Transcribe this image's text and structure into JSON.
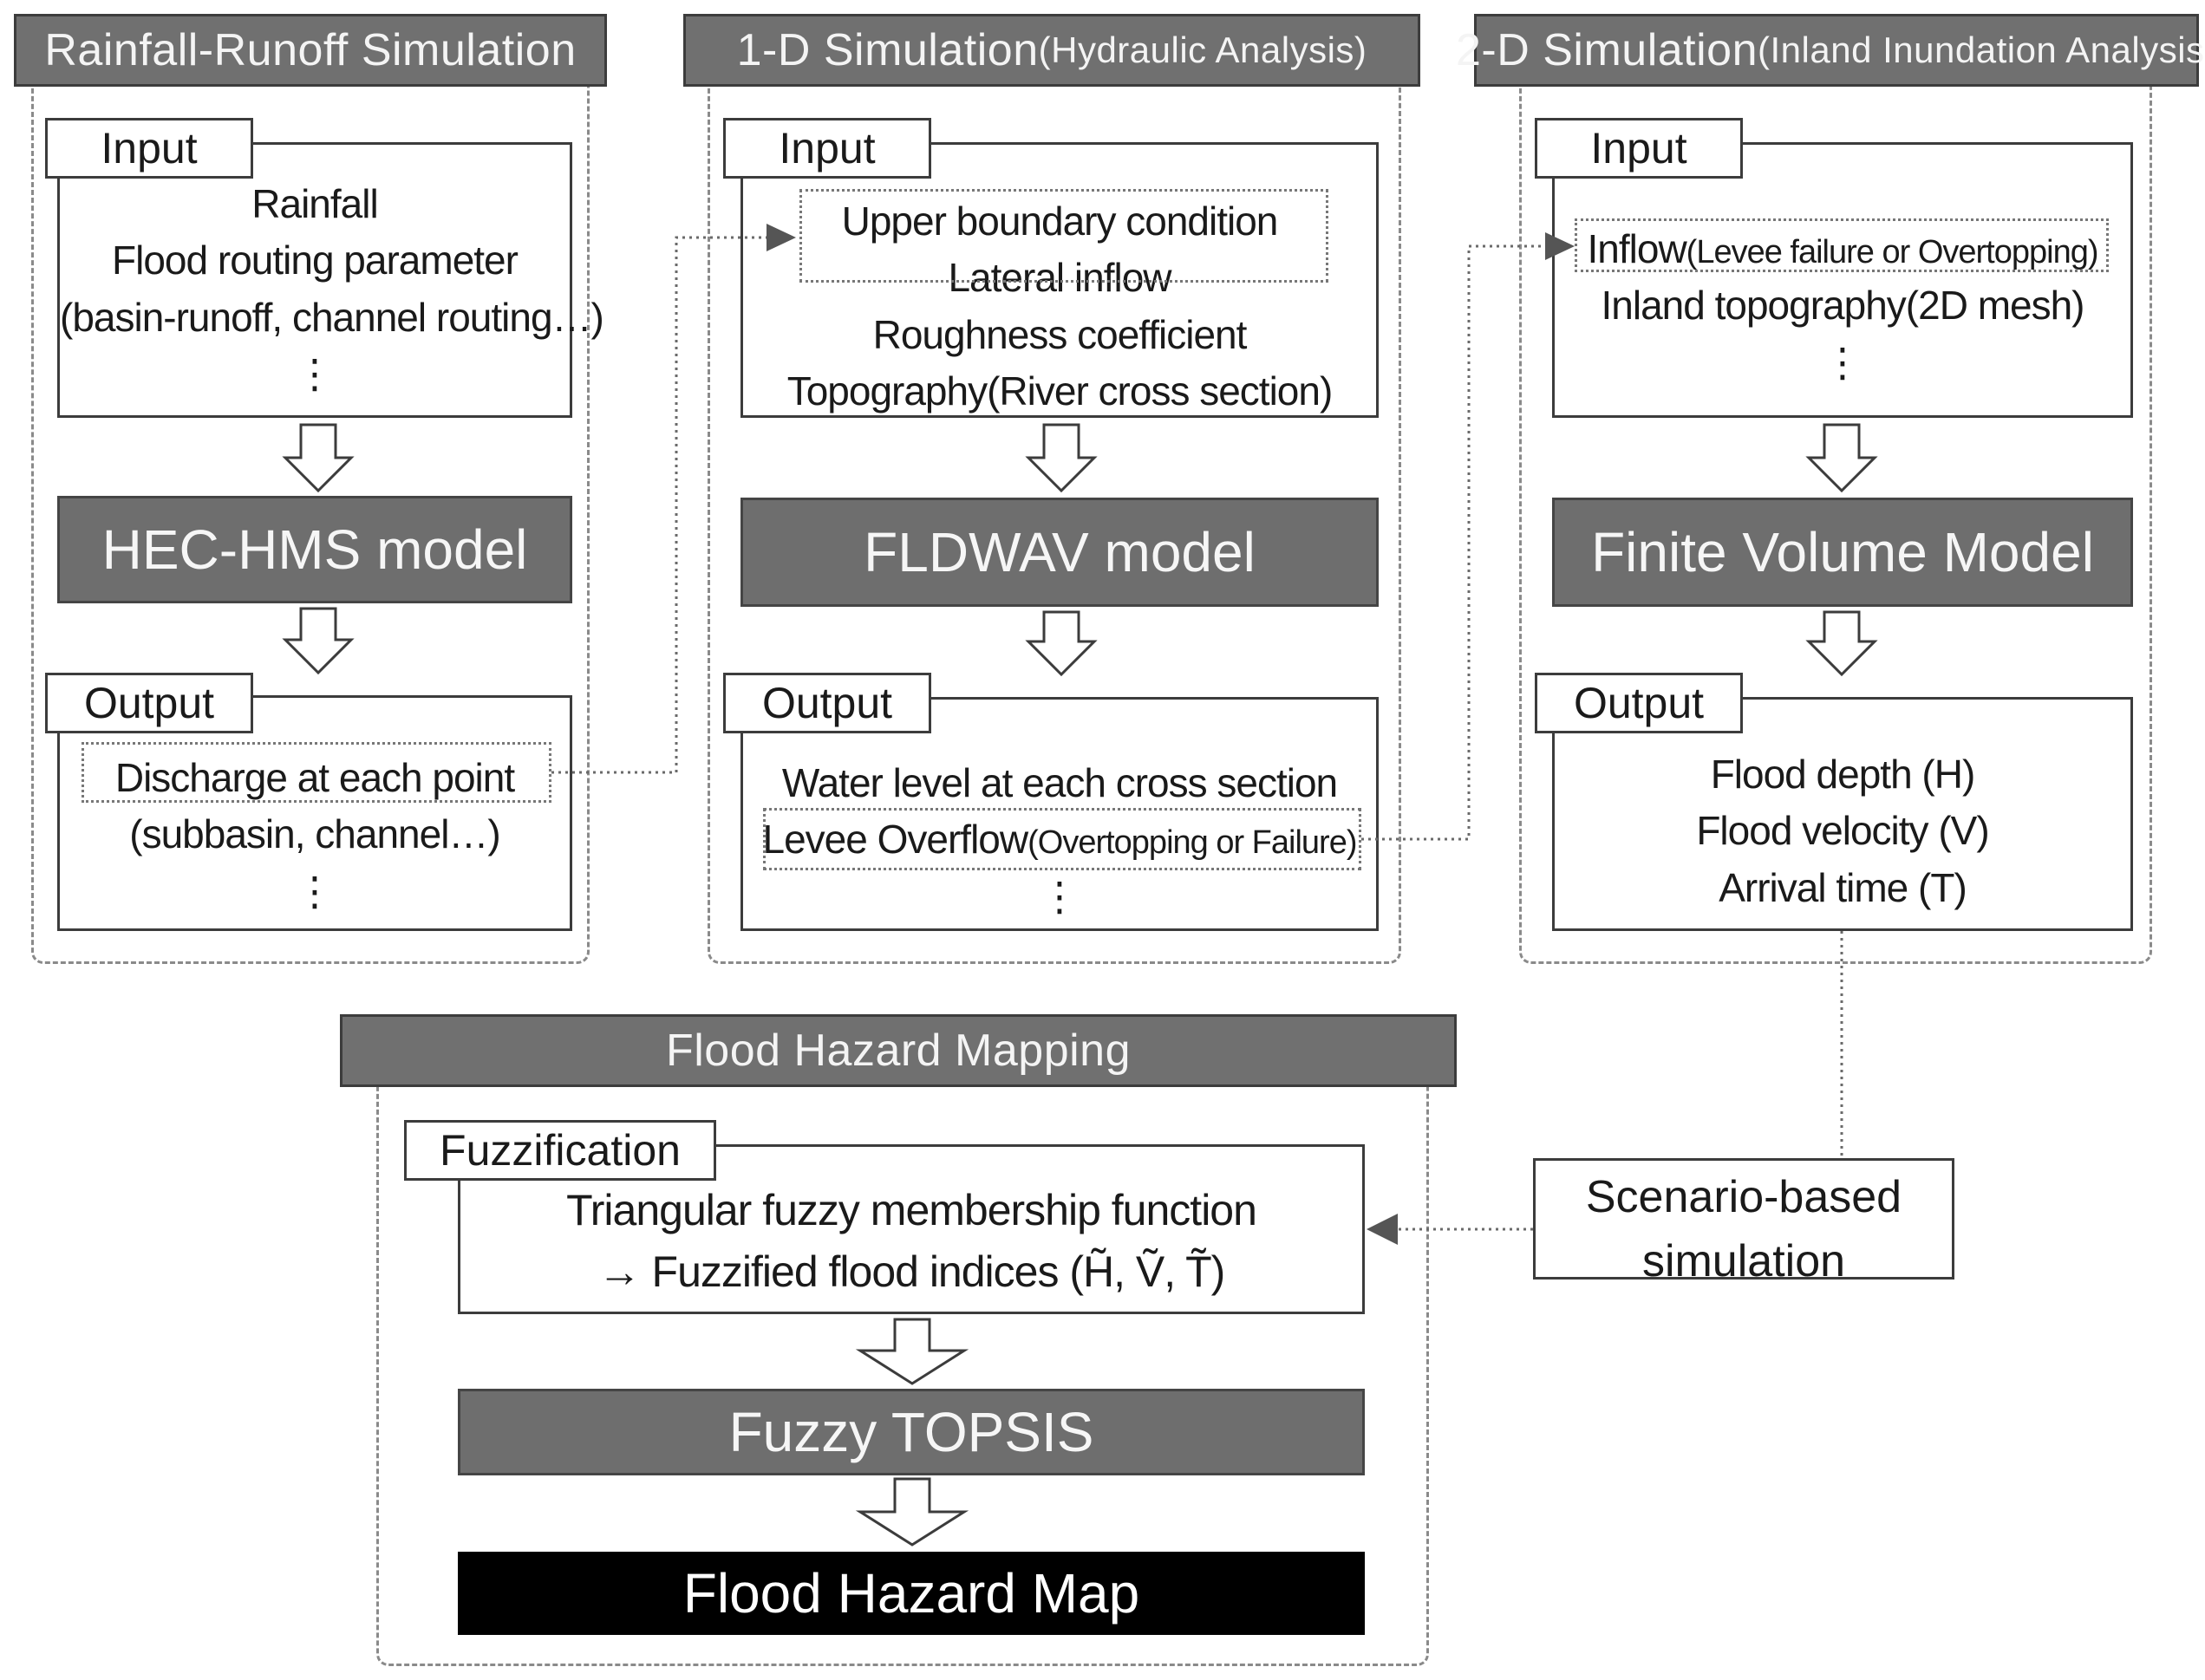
{
  "rainfall_runoff": {
    "title": "Rainfall-Runoff Simulation",
    "input_label": "Input",
    "inputs": [
      "Rainfall",
      "Flood routing parameter",
      "(basin-runoff, channel routing…)"
    ],
    "model": "HEC-HMS model",
    "output_label": "Output",
    "outputs": [
      "Discharge at each point",
      "(subbasin, channel…)"
    ],
    "ellipsis": "⋮"
  },
  "one_d": {
    "title": "1-D Simulation",
    "title_sub": "(Hydraulic Analysis)",
    "input_label": "Input",
    "inputs": [
      "Upper boundary condition",
      "Lateral inflow",
      "Roughness coefficient",
      "Topography(River cross section)"
    ],
    "model": "FLDWAV model",
    "output_label": "Output",
    "output_line1": "Water level at each cross section",
    "output_line2_main": "Levee Overflow",
    "output_line2_sub": "(Overtopping or Failure)",
    "ellipsis": "⋮"
  },
  "two_d": {
    "title": "2-D Simulation",
    "title_sub": "(Inland Inundation Analysis)",
    "input_label": "Input",
    "input_line1_main": "Inflow",
    "input_line1_sub": "(Levee failure or Overtopping)",
    "input_line2": "Inland topography(2D mesh)",
    "model": "Finite Volume Model",
    "output_label": "Output",
    "outputs": [
      "Flood depth (H)",
      "Flood velocity (V)",
      "Arrival time (T)"
    ],
    "ellipsis": "⋮"
  },
  "hazard_mapping": {
    "title": "Flood Hazard Mapping",
    "fuzz_label": "Fuzzification",
    "fuzz_line1": "Triangular fuzzy membership function",
    "fuzz_line2": "→ Fuzzified flood indices (H̃, Ṽ, T̃)",
    "topsis": "Fuzzy TOPSIS",
    "map": "Flood Hazard Map"
  },
  "scenario": {
    "line1": "Scenario-based",
    "line2": "simulation"
  },
  "colors": {
    "header_bg": "#707070",
    "model_bg": "#6e6e6e",
    "final_bg": "#000000"
  }
}
